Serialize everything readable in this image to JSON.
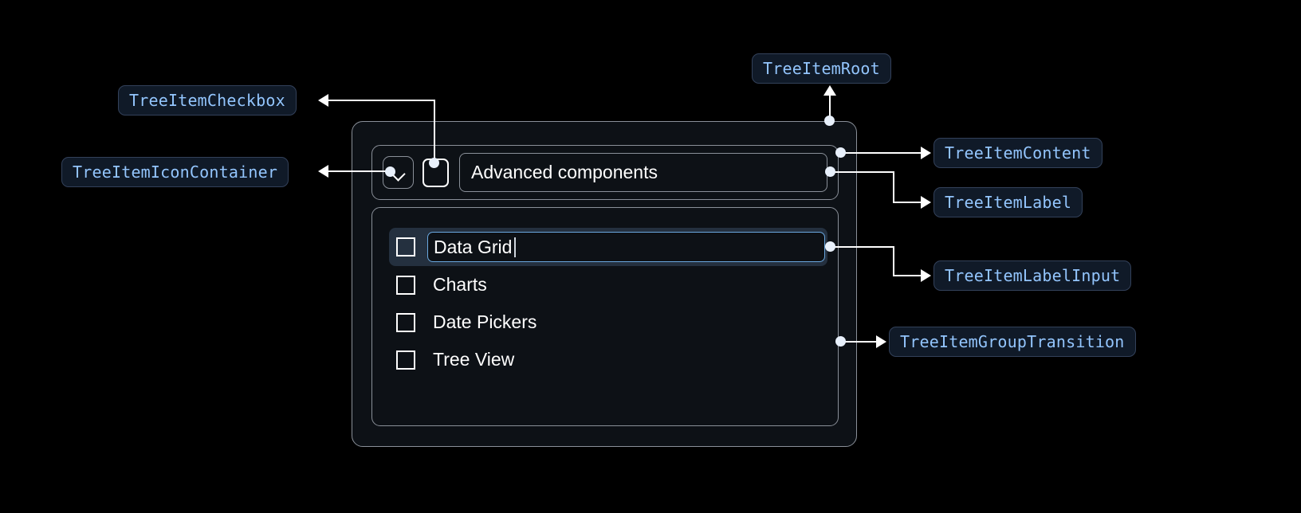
{
  "annotations": {
    "checkbox": "TreeItemCheckbox",
    "icon_container": "TreeItemIconContainer",
    "root": "TreeItemRoot",
    "content": "TreeItemContent",
    "label": "TreeItemLabel",
    "label_input": "TreeItemLabelInput",
    "group_transition": "TreeItemGroupTransition"
  },
  "tree": {
    "root_item": {
      "label": "Advanced components",
      "expand_icon": "chevron-down-icon",
      "checkbox_state": "unchecked"
    },
    "children": [
      {
        "label": "Data Grid",
        "checkbox_state": "unchecked",
        "selected": true,
        "editing": true
      },
      {
        "label": "Charts",
        "checkbox_state": "unchecked",
        "selected": false,
        "editing": false
      },
      {
        "label": "Date Pickers",
        "checkbox_state": "unchecked",
        "selected": false,
        "editing": false
      },
      {
        "label": "Tree View",
        "checkbox_state": "unchecked",
        "selected": false,
        "editing": false
      }
    ]
  },
  "colors": {
    "background": "#000000",
    "chip_text": "#93c5fd",
    "chip_bg": "#101a28",
    "chip_border": "#33415a",
    "component_border": "#8a9099",
    "component_bg": "#0d1116",
    "selected_row_bg": "#24303f",
    "input_border": "#6aa8e0",
    "connector": "#ffffff"
  }
}
